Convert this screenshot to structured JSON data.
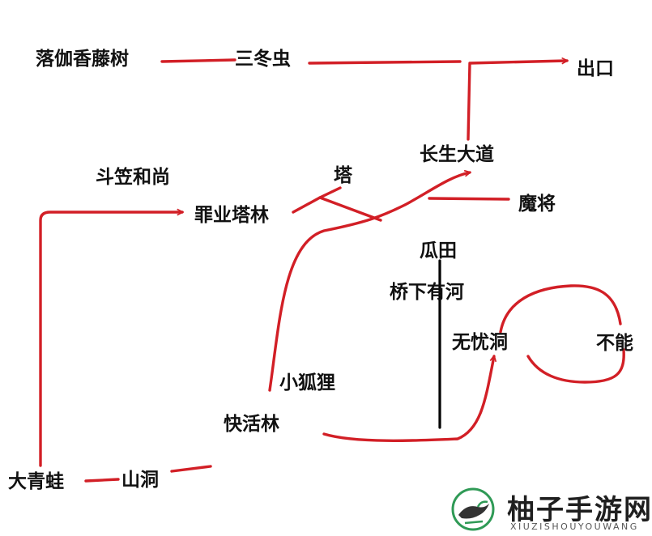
{
  "colors": {
    "path": "#d21f26",
    "divider": "#000000",
    "text": "#111111",
    "logo_green": "#2f9a56"
  },
  "nodes": {
    "luojia": "落伽香藤树",
    "sandong": "三冬虫",
    "chukou": "出口",
    "changsheng": "长生大道",
    "douli": "斗笠和尚",
    "ta": "塔",
    "zuiye": "罪业塔林",
    "mojiang": "魔将",
    "guatian": "瓜田",
    "qiaoxia": "桥下有河",
    "wuyou": "无忧洞",
    "buneng": "不能",
    "xiaohuli": "小狐狸",
    "kuaihuo": "快活林",
    "daqingwa": "大青蛙",
    "shandong": "山洞"
  },
  "watermark": {
    "title": "柚子手游网",
    "subtitle": "XIUZISHOUYOUWANG",
    "icon": "bird-icon"
  }
}
